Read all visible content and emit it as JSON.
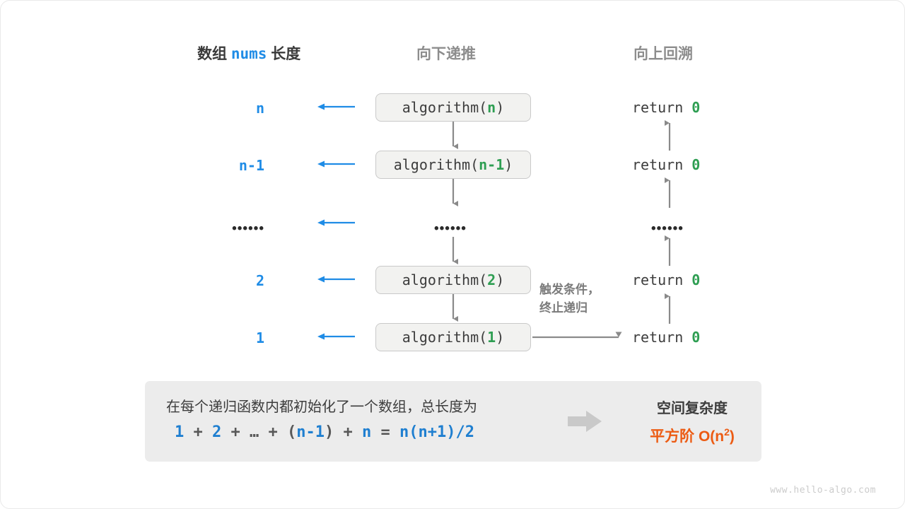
{
  "headers": {
    "left_prefix": "数组",
    "left_mono": "nums",
    "left_suffix": "长度",
    "middle": "向下递推",
    "right": "向上回溯"
  },
  "rows": [
    {
      "size": "n",
      "call_prefix": "algorithm(",
      "call_arg": "n",
      "call_suffix": ")",
      "ret_text": "return",
      "ret_value": "0"
    },
    {
      "size": "n-1",
      "call_prefix": "algorithm(",
      "call_arg": "n-1",
      "call_suffix": ")",
      "ret_text": "return",
      "ret_value": "0"
    },
    {
      "size": "••••••",
      "call_prefix": "",
      "call_arg": "••••••",
      "call_suffix": "",
      "ret_text": "••••••",
      "ret_value": ""
    },
    {
      "size": "2",
      "call_prefix": "algorithm(",
      "call_arg": "2",
      "call_suffix": ")",
      "ret_text": "return",
      "ret_value": "0"
    },
    {
      "size": "1",
      "call_prefix": "algorithm(",
      "call_arg": "1",
      "call_suffix": ")",
      "ret_text": "return",
      "ret_value": "0"
    }
  ],
  "note": {
    "line1": "触发条件，",
    "line2": "终止递归"
  },
  "summary": {
    "description": "在每个递归函数内都初始化了一个数组，总长度为",
    "formula": {
      "t1": "1",
      "op1": "+",
      "t2": "2",
      "op2": "+",
      "ellipsis": "…",
      "op3": "+",
      "paren_open": "(",
      "t3": "n-1",
      "paren_close": ")",
      "op4": "+",
      "t4": "n",
      "equals": "=",
      "result": "n(n+1)/2"
    },
    "title": "空间复杂度",
    "result_label": "平方阶",
    "result_notation": "O(n",
    "result_exponent": "2",
    "result_notation_end": ")"
  },
  "watermark": "www.hello-algo.com",
  "colors": {
    "blue": "#1f8ce6",
    "green": "#2e9e52",
    "orange": "#ec5b13",
    "gray_arrow": "#8a8a8a",
    "box_fill": "#f2f2f0",
    "panel_fill": "#ececec"
  }
}
